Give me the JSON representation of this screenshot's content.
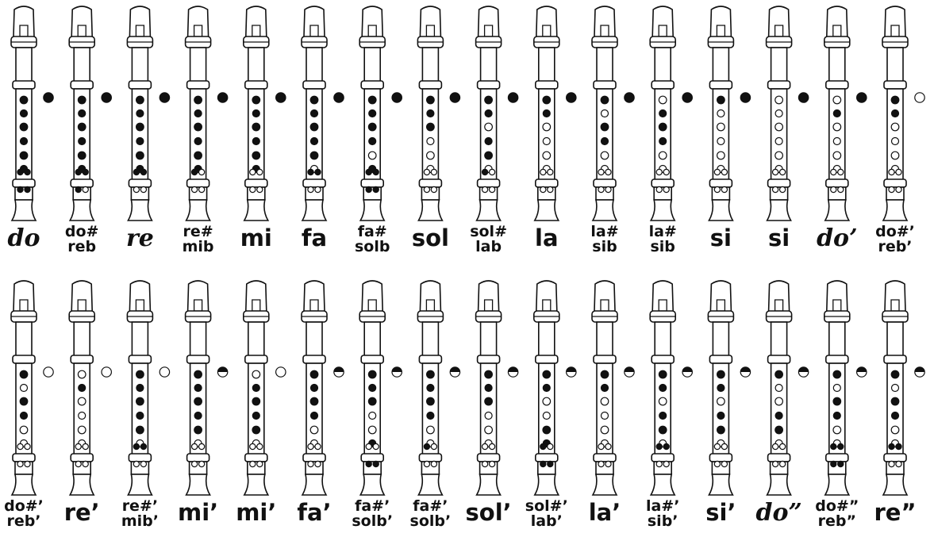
{
  "rows": [
    {
      "recorders": [
        {
          "labels": [
            "do"
          ],
          "italic": true,
          "thumb": "closed",
          "holes": [
            "closed",
            "closed",
            "closed",
            "closed",
            "closed",
            "closed"
          ],
          "double1": [
            "closed",
            "closed"
          ],
          "double2": [
            "closed",
            "closed"
          ]
        },
        {
          "labels": [
            "do#",
            "reb"
          ],
          "italic": true,
          "thumb": "closed",
          "holes": [
            "closed",
            "closed",
            "closed",
            "closed",
            "closed",
            "closed"
          ],
          "double1": [
            "closed",
            "closed"
          ],
          "double2": [
            "closed",
            "open"
          ]
        },
        {
          "labels": [
            "re"
          ],
          "italic": true,
          "thumb": "closed",
          "holes": [
            "closed",
            "closed",
            "closed",
            "closed",
            "closed",
            "closed"
          ],
          "double1": [
            "closed",
            "closed"
          ],
          "double2": [
            "open",
            "open"
          ]
        },
        {
          "labels": [
            "re#",
            "mib"
          ],
          "italic": true,
          "thumb": "closed",
          "holes": [
            "closed",
            "closed",
            "closed",
            "closed",
            "closed",
            "closed"
          ],
          "double1": [
            "closed",
            "open"
          ],
          "double2": [
            "open",
            "open"
          ]
        },
        {
          "labels": [
            "mi"
          ],
          "italic": false,
          "thumb": "closed",
          "holes": [
            "closed",
            "closed",
            "closed",
            "closed",
            "closed",
            "closed"
          ],
          "double1": [
            "open",
            "open"
          ],
          "double2": [
            "open",
            "open"
          ]
        },
        {
          "labels": [
            "fa"
          ],
          "italic": false,
          "thumb": "closed",
          "holes": [
            "closed",
            "closed",
            "closed",
            "closed",
            "closed",
            "open"
          ],
          "double1": [
            "closed",
            "closed"
          ],
          "double2": [
            "open",
            "open"
          ]
        },
        {
          "labels": [
            "fa#",
            "solb"
          ],
          "italic": false,
          "thumb": "closed",
          "holes": [
            "closed",
            "closed",
            "closed",
            "closed",
            "open",
            "closed"
          ],
          "double1": [
            "closed",
            "closed"
          ],
          "double2": [
            "closed",
            "closed"
          ]
        },
        {
          "labels": [
            "sol"
          ],
          "italic": false,
          "thumb": "closed",
          "holes": [
            "closed",
            "closed",
            "closed",
            "open",
            "open",
            "open"
          ],
          "double1": [
            "open",
            "open"
          ],
          "double2": [
            "open",
            "open"
          ]
        },
        {
          "labels": [
            "sol#",
            "lab"
          ],
          "italic": false,
          "thumb": "closed",
          "holes": [
            "closed",
            "closed",
            "open",
            "closed",
            "closed",
            "open"
          ],
          "double1": [
            "closed",
            "open"
          ],
          "double2": [
            "open",
            "open"
          ]
        },
        {
          "labels": [
            "la"
          ],
          "italic": false,
          "thumb": "closed",
          "holes": [
            "closed",
            "closed",
            "open",
            "open",
            "open",
            "open"
          ],
          "double1": [
            "open",
            "open"
          ],
          "double2": [
            "open",
            "open"
          ]
        },
        {
          "labels": [
            "la#",
            "sib"
          ],
          "italic": false,
          "thumb": "closed",
          "holes": [
            "closed",
            "open",
            "closed",
            "closed",
            "open",
            "open"
          ],
          "double1": [
            "open",
            "open"
          ],
          "double2": [
            "open",
            "open"
          ]
        },
        {
          "labels": [
            "la#",
            "sib"
          ],
          "italic": false,
          "thumb": "closed",
          "holes": [
            "open",
            "closed",
            "closed",
            "closed",
            "open",
            "open"
          ],
          "double1": [
            "open",
            "open"
          ],
          "double2": [
            "open",
            "open"
          ]
        },
        {
          "labels": [
            "si"
          ],
          "italic": false,
          "thumb": "closed",
          "holes": [
            "closed",
            "open",
            "open",
            "open",
            "open",
            "open"
          ],
          "double1": [
            "open",
            "open"
          ],
          "double2": [
            "open",
            "open"
          ]
        },
        {
          "labels": [
            "si"
          ],
          "italic": false,
          "thumb": "closed",
          "holes": [
            "open",
            "open",
            "open",
            "open",
            "open",
            "open"
          ],
          "double1": [
            "open",
            "open"
          ],
          "double2": [
            "open",
            "open"
          ]
        },
        {
          "labels": [
            "do’"
          ],
          "italic": true,
          "thumb": "closed",
          "holes": [
            "open",
            "closed",
            "open",
            "open",
            "open",
            "open"
          ],
          "double1": [
            "open",
            "open"
          ],
          "double2": [
            "open",
            "open"
          ]
        },
        {
          "labels": [
            "do#’",
            "reb’"
          ],
          "italic": true,
          "thumb": "open",
          "holes": [
            "closed",
            "closed",
            "open",
            "open",
            "open",
            "open"
          ],
          "double1": [
            "open",
            "open"
          ],
          "double2": [
            "open",
            "open"
          ]
        }
      ]
    },
    {
      "recorders": [
        {
          "labels": [
            "do#’",
            "reb’"
          ],
          "italic": false,
          "thumb": "open",
          "holes": [
            "closed",
            "open",
            "closed",
            "closed",
            "open",
            "open"
          ],
          "double1": [
            "open",
            "open"
          ],
          "double2": [
            "open",
            "open"
          ]
        },
        {
          "labels": [
            "re’"
          ],
          "italic": false,
          "thumb": "open",
          "holes": [
            "open",
            "closed",
            "open",
            "open",
            "open",
            "open"
          ],
          "double1": [
            "open",
            "open"
          ],
          "double2": [
            "open",
            "open"
          ]
        },
        {
          "labels": [
            "re#’",
            "mib’"
          ],
          "italic": false,
          "thumb": "open",
          "holes": [
            "closed",
            "closed",
            "closed",
            "closed",
            "closed",
            "open"
          ],
          "double1": [
            "closed",
            "closed"
          ],
          "double2": [
            "open",
            "open"
          ]
        },
        {
          "labels": [
            "mi’"
          ],
          "italic": false,
          "thumb": "half",
          "holes": [
            "closed",
            "closed",
            "closed",
            "closed",
            "closed",
            "open"
          ],
          "double1": [
            "open",
            "open"
          ],
          "double2": [
            "open",
            "open"
          ]
        },
        {
          "labels": [
            "mi’"
          ],
          "italic": false,
          "thumb": "open",
          "holes": [
            "open",
            "closed",
            "closed",
            "closed",
            "closed",
            "open"
          ],
          "double1": [
            "open",
            "open"
          ],
          "double2": [
            "open",
            "open"
          ]
        },
        {
          "labels": [
            "fa’"
          ],
          "italic": false,
          "thumb": "half",
          "holes": [
            "closed",
            "closed",
            "closed",
            "closed",
            "open",
            "open"
          ],
          "double1": [
            "open",
            "open"
          ],
          "double2": [
            "open",
            "open"
          ]
        },
        {
          "labels": [
            "fa#’",
            "solb’"
          ],
          "italic": false,
          "thumb": "half",
          "holes": [
            "closed",
            "closed",
            "closed",
            "open",
            "open",
            "closed"
          ],
          "double1": [
            "open",
            "open"
          ],
          "double2": [
            "closed",
            "closed"
          ]
        },
        {
          "labels": [
            "fa#’",
            "solb’"
          ],
          "italic": false,
          "thumb": "half",
          "holes": [
            "closed",
            "closed",
            "closed",
            "closed",
            "open",
            "open"
          ],
          "double1": [
            "closed",
            "open"
          ],
          "double2": [
            "open",
            "open"
          ]
        },
        {
          "labels": [
            "sol’"
          ],
          "italic": false,
          "thumb": "half",
          "holes": [
            "closed",
            "closed",
            "closed",
            "open",
            "open",
            "open"
          ],
          "double1": [
            "open",
            "open"
          ],
          "double2": [
            "open",
            "open"
          ]
        },
        {
          "labels": [
            "sol#’",
            "lab’"
          ],
          "italic": false,
          "thumb": "half",
          "holes": [
            "closed",
            "closed",
            "open",
            "open",
            "closed",
            "closed"
          ],
          "double1": [
            "closed",
            "open"
          ],
          "double2": [
            "closed",
            "closed"
          ]
        },
        {
          "labels": [
            "la’"
          ],
          "italic": false,
          "thumb": "half",
          "holes": [
            "closed",
            "closed",
            "open",
            "open",
            "open",
            "open"
          ],
          "double1": [
            "open",
            "open"
          ],
          "double2": [
            "open",
            "open"
          ]
        },
        {
          "labels": [
            "la#’",
            "sib’"
          ],
          "italic": false,
          "thumb": "half",
          "holes": [
            "closed",
            "closed",
            "open",
            "closed",
            "closed",
            "open"
          ],
          "double1": [
            "closed",
            "closed"
          ],
          "double2": [
            "open",
            "open"
          ]
        },
        {
          "labels": [
            "si’"
          ],
          "italic": false,
          "thumb": "half",
          "holes": [
            "closed",
            "closed",
            "open",
            "closed",
            "closed",
            "open"
          ],
          "double1": [
            "open",
            "open"
          ],
          "double2": [
            "open",
            "open"
          ]
        },
        {
          "labels": [
            "do”"
          ],
          "italic": true,
          "thumb": "half",
          "holes": [
            "closed",
            "open",
            "open",
            "closed",
            "closed",
            "open"
          ],
          "double1": [
            "open",
            "open"
          ],
          "double2": [
            "open",
            "open"
          ]
        },
        {
          "labels": [
            "do#”",
            "reb”"
          ],
          "italic": false,
          "thumb": "half",
          "holes": [
            "closed",
            "open",
            "closed",
            "closed",
            "open",
            "open"
          ],
          "double1": [
            "closed",
            "closed"
          ],
          "double2": [
            "closed",
            "closed"
          ]
        },
        {
          "labels": [
            "re”"
          ],
          "italic": false,
          "thumb": "half",
          "holes": [
            "closed",
            "open",
            "closed",
            "closed",
            "open",
            "open"
          ],
          "double1": [
            "closed",
            "closed"
          ],
          "double2": [
            "open",
            "open"
          ]
        }
      ]
    }
  ]
}
